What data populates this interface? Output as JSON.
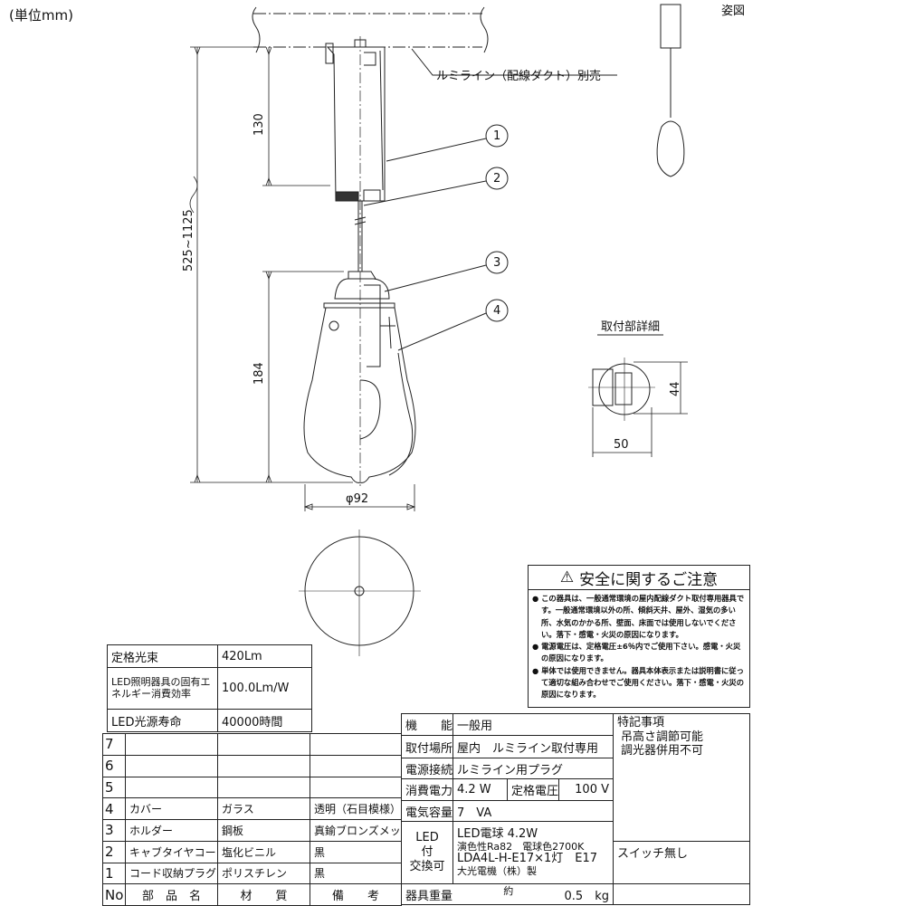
{
  "unit_label": "(単位mm)",
  "figure_label": "姿図",
  "drawing": {
    "rail_note": "ルミライン（配線ダクト）別売",
    "dim_total": "525~1125",
    "dim_plug": "130",
    "dim_shade": "184",
    "dim_diameter": "φ92",
    "callouts": [
      "1",
      "2",
      "3",
      "4"
    ],
    "detail_title": "取付部詳細",
    "detail_dim_height": "44",
    "detail_dim_width": "50"
  },
  "safety": {
    "title": "安全に関するご注意",
    "icon": "warning-triangle-icon",
    "items": [
      "● この器具は、一般通常環境の屋内配線ダクト取付専用器具です。一般通常環境以外の所、傾斜天井、屋外、湿気の多い所、水気のかかる所、壁面、床面では使用しないでください。落下・感電・火災の原因になります。",
      "● 電源電圧は、定格電圧±6％内でご使用下さい。感電・火災の原因になります。",
      "● 単体では使用できません。器具本体表示または説明書に従って適切な組み合わせでご使用ください。落下・感電・火災の原因になります。"
    ]
  },
  "performance": [
    {
      "label": "定格光束",
      "value": "420Lm"
    },
    {
      "label": "LED照明器具の固有エネルギー消費効率",
      "value": "100.0Lm/W"
    },
    {
      "label": "LED光源寿命",
      "value": "40000時間"
    }
  ],
  "parts": {
    "headers": [
      "No",
      "部　品　名",
      "材　　質",
      "備　　考"
    ],
    "rows": [
      [
        "7",
        "",
        "",
        ""
      ],
      [
        "6",
        "",
        "",
        ""
      ],
      [
        "5",
        "",
        "",
        ""
      ],
      [
        "4",
        "カバー",
        "ガラス",
        "透明（石目模様）"
      ],
      [
        "3",
        "ホルダー",
        "鋼板",
        "真鍮ブロンズメッキ"
      ],
      [
        "2",
        "キャブタイヤコード",
        "塩化ビニル",
        "黒"
      ],
      [
        "1",
        "コード収納プラグ",
        "ポリスチレン",
        "黒"
      ]
    ]
  },
  "specs": {
    "function_label": "機　　能",
    "function": "一般用",
    "location_label": "取付場所",
    "location": "屋内　ルミライン取付専用",
    "power_conn_label": "電源接続",
    "power_conn": "ルミライン用プラグ",
    "consumption_label": "消費電力",
    "consumption": "4.2 W",
    "voltage_label": "定格電圧",
    "voltage": "100 V",
    "capacity_label": "電気容量",
    "capacity": "7　VA",
    "led_label": [
      "LED",
      "付",
      "交換可"
    ],
    "led_lines": [
      "LED電球 4.2W",
      "演色性Ra82　電球色2700K",
      "LDA4L-H-E17×1灯　E17",
      "大光電機（株）製"
    ],
    "weight_label": "器具重量",
    "weight_prefix": "約",
    "weight": "0.5　kg"
  },
  "notes": {
    "title": "特記事項",
    "lines": [
      "吊高さ調節可能",
      "調光器併用不可"
    ],
    "switch": "スイッチ無し"
  }
}
